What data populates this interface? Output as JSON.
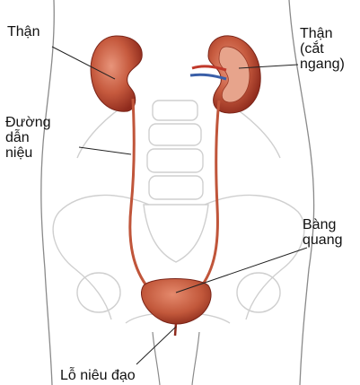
{
  "labels": {
    "kidney_left": "Thận",
    "kidney_right": "Thận\n(cắt\nngang)",
    "ureter": "Đường\ndẫn\nniệu",
    "bladder": "Bàng\nquang",
    "urethra": "Lỗ niêu đạo"
  },
  "colors": {
    "organ": "#c45a3c",
    "organ_dark": "#8e2a1c",
    "ureter": "#c0553a",
    "outline": "#7a7a7a",
    "bone": "#cfcfcf",
    "leader": "#222222"
  }
}
